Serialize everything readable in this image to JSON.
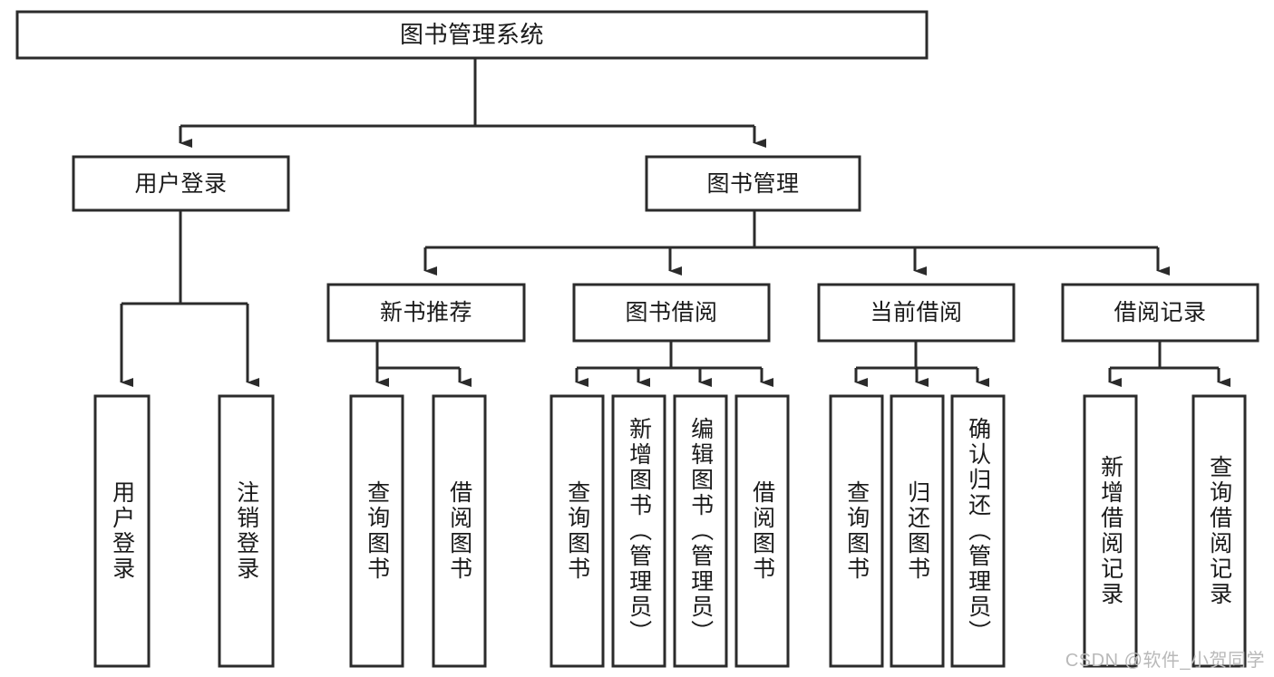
{
  "diagram": {
    "type": "tree",
    "title": "图书管理系统",
    "watermark": "CSDN @软件_小贺同学",
    "colors": {
      "stroke": "#2b2b2b",
      "fill": "#ffffff",
      "text": "#1a1a1a",
      "watermark": "#b9b9b9"
    },
    "levels": {
      "root": "图书管理系统",
      "level2": [
        "用户登录",
        "图书管理"
      ],
      "level3": [
        "新书推荐",
        "图书借阅",
        "当前借阅",
        "借阅记录"
      ]
    },
    "nodes": {
      "root": {
        "label": "图书管理系统",
        "orientation": "horizontal"
      },
      "l2_0": {
        "label": "用户登录",
        "orientation": "horizontal"
      },
      "l2_1": {
        "label": "图书管理",
        "orientation": "horizontal"
      },
      "l3_0": {
        "label": "新书推荐",
        "orientation": "horizontal"
      },
      "l3_1": {
        "label": "图书借阅",
        "orientation": "horizontal"
      },
      "l3_2": {
        "label": "当前借阅",
        "orientation": "horizontal"
      },
      "l3_3": {
        "label": "借阅记录",
        "orientation": "horizontal"
      },
      "leaf_0": {
        "label": "用户登录",
        "orientation": "vertical"
      },
      "leaf_1": {
        "label": "注销登录",
        "orientation": "vertical"
      },
      "leaf_2": {
        "label": "查询图书",
        "orientation": "vertical"
      },
      "leaf_3": {
        "label": "借阅图书",
        "orientation": "vertical"
      },
      "leaf_4": {
        "label": "查询图书",
        "orientation": "vertical"
      },
      "leaf_5": {
        "label": "新增图书（管理员）",
        "orientation": "vertical"
      },
      "leaf_6": {
        "label": "编辑图书（管理员）",
        "orientation": "vertical"
      },
      "leaf_7": {
        "label": "借阅图书",
        "orientation": "vertical"
      },
      "leaf_8": {
        "label": "查询图书",
        "orientation": "vertical"
      },
      "leaf_9": {
        "label": "归还图书",
        "orientation": "vertical"
      },
      "leaf_10": {
        "label": "确认归还（管理员）",
        "orientation": "vertical"
      },
      "leaf_11": {
        "label": "新增借阅记录",
        "orientation": "vertical"
      },
      "leaf_12": {
        "label": "查询借阅记录",
        "orientation": "vertical"
      }
    },
    "edges": [
      {
        "from": "root",
        "to": "用户登录"
      },
      {
        "from": "root",
        "to": "图书管理"
      },
      {
        "from": "用户登录",
        "to": "用户登录(叶)"
      },
      {
        "from": "用户登录",
        "to": "注销登录"
      },
      {
        "from": "图书管理",
        "to": "新书推荐"
      },
      {
        "from": "图书管理",
        "to": "图书借阅"
      },
      {
        "from": "图书管理",
        "to": "当前借阅"
      },
      {
        "from": "图书管理",
        "to": "借阅记录"
      },
      {
        "from": "新书推荐",
        "to": "查询图书"
      },
      {
        "from": "新书推荐",
        "to": "借阅图书"
      },
      {
        "from": "图书借阅",
        "to": "查询图书"
      },
      {
        "from": "图书借阅",
        "to": "新增图书（管理员）"
      },
      {
        "from": "图书借阅",
        "to": "编辑图书（管理员）"
      },
      {
        "from": "图书借阅",
        "to": "借阅图书"
      },
      {
        "from": "当前借阅",
        "to": "查询图书"
      },
      {
        "from": "当前借阅",
        "to": "归还图书"
      },
      {
        "from": "当前借阅",
        "to": "确认归还（管理员）"
      },
      {
        "from": "借阅记录",
        "to": "新增借阅记录"
      },
      {
        "from": "借阅记录",
        "to": "查询借阅记录"
      }
    ]
  }
}
